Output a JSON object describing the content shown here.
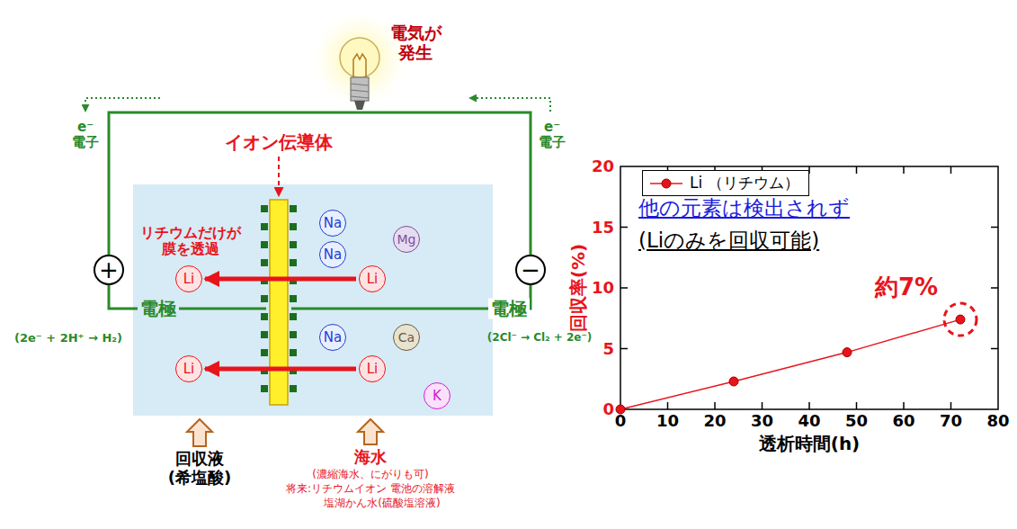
{
  "diagram": {
    "nodes": [
      {
        "text": [
          "+"
        ]
      },
      {
        "text": [
          "−"
        ]
      },
      {
        "text": [
          "Li"
        ]
      },
      {
        "text": [
          "Li"
        ]
      },
      {
        "text": [
          "Li"
        ]
      },
      {
        "text": [
          "Li"
        ]
      },
      {
        "text": [
          "Na"
        ]
      },
      {
        "text": [
          "Na"
        ]
      },
      {
        "text": [
          "Na"
        ]
      },
      {
        "text": [
          "Mg"
        ]
      },
      {
        "text": [
          "Ca"
        ]
      },
      {
        "text": [
          "K"
        ]
      }
    ],
    "edges": [
      {
        "from": 3,
        "to": 2,
        "arrow": "to"
      },
      {
        "from": 5,
        "to": 4,
        "arrow": "to"
      },
      {
        "from": 1,
        "to": 0,
        "arrow": "none"
      }
    ],
    "labels": [
      "電気が 発生",
      "イオン伝導体",
      "e⁻ 電子",
      "e⁻ 電子",
      "リチウムだけが 膜を透過",
      "電極",
      "(2e⁻ + 2H⁺ → H₂)",
      "電極",
      "(2Cl⁻ → Cl₂ + 2e⁻)",
      "回収液 (希塩酸)",
      "海水",
      "(濃縮海水、にがりも可)",
      "将来:リチウムイオン 電池の溶解液",
      "塩湖かん水(硫酸塩溶液)",
      "他の元素は検出されず",
      "(Liのみを回収可能)",
      "約7%",
      "回収率(%)",
      "透析時間(h)",
      "0",
      "5",
      "10",
      "15",
      "20",
      "0",
      "10",
      "20",
      "30",
      "40",
      "50",
      "60",
      "70",
      "80"
    ],
    "legend": [
      {
        "text": "Li （リチウム）"
      }
    ]
  }
}
